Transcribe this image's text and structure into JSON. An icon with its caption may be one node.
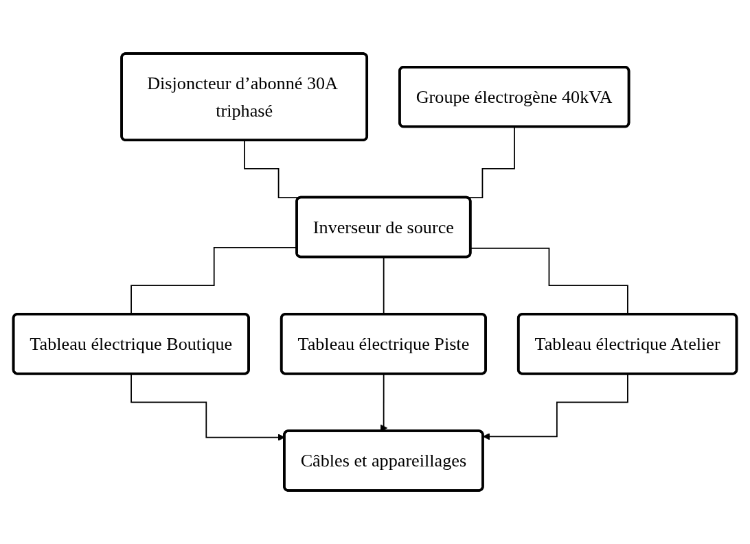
{
  "diagram": {
    "nodes": [
      {
        "text": [
          "Disjoncteur d’abonné 30A triphasé"
        ]
      },
      {
        "text": [
          "Groupe électrogène 40kVA"
        ]
      },
      {
        "text": [
          "Inverseur de source"
        ]
      },
      {
        "text": [
          "Tableau électrique Boutique"
        ]
      },
      {
        "text": [
          "Tableau électrique Piste"
        ]
      },
      {
        "text": [
          "Tableau électrique Atelier"
        ]
      },
      {
        "text": [
          "Câbles et appareillages"
        ]
      }
    ],
    "edges": [
      {
        "from": 0,
        "to": 2,
        "arrow": "none"
      },
      {
        "from": 1,
        "to": 2,
        "arrow": "none"
      },
      {
        "from": 2,
        "to": 3,
        "arrow": "none"
      },
      {
        "from": 2,
        "to": 4,
        "arrow": "none"
      },
      {
        "from": 2,
        "to": 5,
        "arrow": "none"
      },
      {
        "from": 3,
        "to": 6,
        "arrow": "to"
      },
      {
        "from": 4,
        "to": 6,
        "arrow": "to"
      },
      {
        "from": 5,
        "to": 6,
        "arrow": "to"
      }
    ]
  }
}
